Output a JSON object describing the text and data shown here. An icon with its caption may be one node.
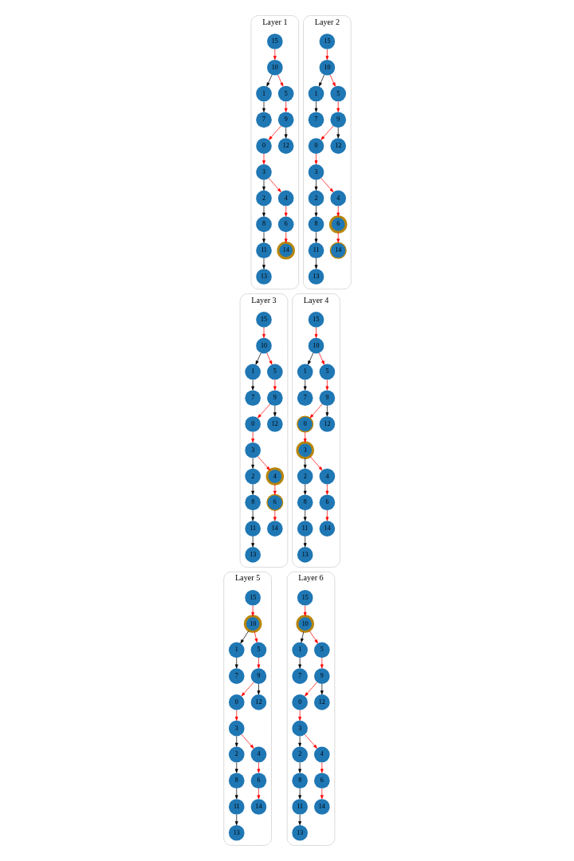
{
  "diagram": {
    "nodes": [
      {
        "text": [
          "Layer 1"
        ]
      },
      {
        "text": [
          "0"
        ],
        "in": 0
      },
      {
        "text": [
          "1"
        ],
        "in": 0
      },
      {
        "text": [
          "2"
        ],
        "in": 0
      },
      {
        "text": [
          "3"
        ],
        "in": 0
      },
      {
        "text": [
          "4"
        ],
        "in": 0
      },
      {
        "text": [
          "5"
        ],
        "in": 0
      },
      {
        "text": [
          "6"
        ],
        "in": 0
      },
      {
        "text": [
          "7"
        ],
        "in": 0
      },
      {
        "text": [
          "8"
        ],
        "in": 0
      },
      {
        "text": [
          "9"
        ],
        "in": 0
      },
      {
        "text": [
          "10"
        ],
        "in": 0
      },
      {
        "text": [
          "11"
        ],
        "in": 0
      },
      {
        "text": [
          "12"
        ],
        "in": 0
      },
      {
        "text": [
          "13"
        ],
        "in": 0
      },
      {
        "text": [
          "14"
        ],
        "in": 0
      },
      {
        "text": [
          "15"
        ],
        "in": 0
      },
      {
        "text": [
          "Layer 2"
        ]
      },
      {
        "text": [
          "0"
        ],
        "in": 17
      },
      {
        "text": [
          "1"
        ],
        "in": 17
      },
      {
        "text": [
          "2"
        ],
        "in": 17
      },
      {
        "text": [
          "3"
        ],
        "in": 17
      },
      {
        "text": [
          "4"
        ],
        "in": 17
      },
      {
        "text": [
          "5"
        ],
        "in": 17
      },
      {
        "text": [
          "6"
        ],
        "in": 17
      },
      {
        "text": [
          "7"
        ],
        "in": 17
      },
      {
        "text": [
          "8"
        ],
        "in": 17
      },
      {
        "text": [
          "9"
        ],
        "in": 17
      },
      {
        "text": [
          "10"
        ],
        "in": 17
      },
      {
        "text": [
          "11"
        ],
        "in": 17
      },
      {
        "text": [
          "12"
        ],
        "in": 17
      },
      {
        "text": [
          "13"
        ],
        "in": 17
      },
      {
        "text": [
          "14"
        ],
        "in": 17
      },
      {
        "text": [
          "15"
        ],
        "in": 17
      },
      {
        "text": [
          "Layer 3"
        ]
      },
      {
        "text": [
          "0"
        ],
        "in": 34
      },
      {
        "text": [
          "1"
        ],
        "in": 34
      },
      {
        "text": [
          "2"
        ],
        "in": 34
      },
      {
        "text": [
          "3"
        ],
        "in": 34
      },
      {
        "text": [
          "4"
        ],
        "in": 34
      },
      {
        "text": [
          "5"
        ],
        "in": 34
      },
      {
        "text": [
          "6"
        ],
        "in": 34
      },
      {
        "text": [
          "7"
        ],
        "in": 34
      },
      {
        "text": [
          "8"
        ],
        "in": 34
      },
      {
        "text": [
          "9"
        ],
        "in": 34
      },
      {
        "text": [
          "10"
        ],
        "in": 34
      },
      {
        "text": [
          "11"
        ],
        "in": 34
      },
      {
        "text": [
          "12"
        ],
        "in": 34
      },
      {
        "text": [
          "13"
        ],
        "in": 34
      },
      {
        "text": [
          "14"
        ],
        "in": 34
      },
      {
        "text": [
          "15"
        ],
        "in": 34
      },
      {
        "text": [
          "Layer 4"
        ]
      },
      {
        "text": [
          "0"
        ],
        "in": 51
      },
      {
        "text": [
          "1"
        ],
        "in": 51
      },
      {
        "text": [
          "2"
        ],
        "in": 51
      },
      {
        "text": [
          "3"
        ],
        "in": 51
      },
      {
        "text": [
          "4"
        ],
        "in": 51
      },
      {
        "text": [
          "5"
        ],
        "in": 51
      },
      {
        "text": [
          "6"
        ],
        "in": 51
      },
      {
        "text": [
          "7"
        ],
        "in": 51
      },
      {
        "text": [
          "8"
        ],
        "in": 51
      },
      {
        "text": [
          "9"
        ],
        "in": 51
      },
      {
        "text": [
          "10"
        ],
        "in": 51
      },
      {
        "text": [
          "11"
        ],
        "in": 51
      },
      {
        "text": [
          "12"
        ],
        "in": 51
      },
      {
        "text": [
          "13"
        ],
        "in": 51
      },
      {
        "text": [
          "14"
        ],
        "in": 51
      },
      {
        "text": [
          "15"
        ],
        "in": 51
      },
      {
        "text": [
          "Layer 5"
        ]
      },
      {
        "text": [
          "0"
        ],
        "in": 68
      },
      {
        "text": [
          "1"
        ],
        "in": 68
      },
      {
        "text": [
          "2"
        ],
        "in": 68
      },
      {
        "text": [
          "3"
        ],
        "in": 68
      },
      {
        "text": [
          "4"
        ],
        "in": 68
      },
      {
        "text": [
          "5"
        ],
        "in": 68
      },
      {
        "text": [
          "6"
        ],
        "in": 68
      },
      {
        "text": [
          "7"
        ],
        "in": 68
      },
      {
        "text": [
          "8"
        ],
        "in": 68
      },
      {
        "text": [
          "9"
        ],
        "in": 68
      },
      {
        "text": [
          "10"
        ],
        "in": 68
      },
      {
        "text": [
          "11"
        ],
        "in": 68
      },
      {
        "text": [
          "12"
        ],
        "in": 68
      },
      {
        "text": [
          "13"
        ],
        "in": 68
      },
      {
        "text": [
          "14"
        ],
        "in": 68
      },
      {
        "text": [
          "15"
        ],
        "in": 68
      },
      {
        "text": [
          "Layer 6"
        ]
      },
      {
        "text": [
          "0"
        ],
        "in": 85
      },
      {
        "text": [
          "1"
        ],
        "in": 85
      },
      {
        "text": [
          "2"
        ],
        "in": 85
      },
      {
        "text": [
          "3"
        ],
        "in": 85
      },
      {
        "text": [
          "4"
        ],
        "in": 85
      },
      {
        "text": [
          "5"
        ],
        "in": 85
      },
      {
        "text": [
          "6"
        ],
        "in": 85
      },
      {
        "text": [
          "7"
        ],
        "in": 85
      },
      {
        "text": [
          "8"
        ],
        "in": 85
      },
      {
        "text": [
          "9"
        ],
        "in": 85
      },
      {
        "text": [
          "10"
        ],
        "in": 85
      },
      {
        "text": [
          "11"
        ],
        "in": 85
      },
      {
        "text": [
          "12"
        ],
        "in": 85
      },
      {
        "text": [
          "13"
        ],
        "in": 85
      },
      {
        "text": [
          "14"
        ],
        "in": 85
      },
      {
        "text": [
          "15"
        ],
        "in": 85
      }
    ],
    "edges": [
      {
        "from": 16,
        "to": 11,
        "arrow": "to"
      },
      {
        "from": 11,
        "to": 6,
        "arrow": "to"
      },
      {
        "from": 6,
        "to": 10,
        "arrow": "to"
      },
      {
        "from": 10,
        "to": 13,
        "arrow": "to",
        "color": "#000000"
      },
      {
        "from": 10,
        "to": 1,
        "arrow": "to"
      },
      {
        "from": 1,
        "to": 4,
        "arrow": "to"
      },
      {
        "from": 4,
        "to": 5,
        "arrow": "to"
      },
      {
        "from": 5,
        "to": 7,
        "arrow": "to"
      },
      {
        "from": 7,
        "to": 15,
        "arrow": "to"
      },
      {
        "from": 11,
        "to": 2,
        "arrow": "to",
        "color": "#000000"
      },
      {
        "from": 2,
        "to": 8,
        "arrow": "to",
        "color": "#000000"
      },
      {
        "from": 4,
        "to": 3,
        "arrow": "to",
        "color": "#000000"
      },
      {
        "from": 3,
        "to": 9,
        "arrow": "to",
        "color": "#000000"
      },
      {
        "from": 9,
        "to": 12,
        "arrow": "to",
        "color": "#000000"
      },
      {
        "from": 12,
        "to": 14,
        "arrow": "to",
        "color": "#000000"
      },
      {
        "from": 33,
        "to": 28,
        "arrow": "to"
      },
      {
        "from": 28,
        "to": 23,
        "arrow": "to"
      },
      {
        "from": 23,
        "to": 27,
        "arrow": "to"
      },
      {
        "from": 27,
        "to": 30,
        "arrow": "to",
        "color": "#000000"
      },
      {
        "from": 27,
        "to": 18,
        "arrow": "to"
      },
      {
        "from": 18,
        "to": 21,
        "arrow": "to"
      },
      {
        "from": 21,
        "to": 22,
        "arrow": "to"
      },
      {
        "from": 22,
        "to": 24,
        "arrow": "to"
      },
      {
        "from": 24,
        "to": 32,
        "arrow": "to"
      },
      {
        "from": 28,
        "to": 19,
        "arrow": "to",
        "color": "#000000"
      },
      {
        "from": 19,
        "to": 25,
        "arrow": "to",
        "color": "#000000"
      },
      {
        "from": 21,
        "to": 20,
        "arrow": "to",
        "color": "#000000"
      },
      {
        "from": 20,
        "to": 26,
        "arrow": "to",
        "color": "#000000"
      },
      {
        "from": 26,
        "to": 29,
        "arrow": "to",
        "color": "#000000"
      },
      {
        "from": 29,
        "to": 31,
        "arrow": "to",
        "color": "#000000"
      },
      {
        "from": 50,
        "to": 45,
        "arrow": "to"
      },
      {
        "from": 45,
        "to": 40,
        "arrow": "to"
      },
      {
        "from": 40,
        "to": 44,
        "arrow": "to"
      },
      {
        "from": 44,
        "to": 47,
        "arrow": "to",
        "color": "#000000"
      },
      {
        "from": 44,
        "to": 35,
        "arrow": "to"
      },
      {
        "from": 35,
        "to": 38,
        "arrow": "to"
      },
      {
        "from": 38,
        "to": 39,
        "arrow": "to"
      },
      {
        "from": 39,
        "to": 41,
        "arrow": "to"
      },
      {
        "from": 41,
        "to": 49,
        "arrow": "to"
      },
      {
        "from": 45,
        "to": 36,
        "arrow": "to",
        "color": "#000000"
      },
      {
        "from": 36,
        "to": 42,
        "arrow": "to",
        "color": "#000000"
      },
      {
        "from": 38,
        "to": 37,
        "arrow": "to",
        "color": "#000000"
      },
      {
        "from": 37,
        "to": 43,
        "arrow": "to",
        "color": "#000000"
      },
      {
        "from": 43,
        "to": 46,
        "arrow": "to",
        "color": "#000000"
      },
      {
        "from": 46,
        "to": 48,
        "arrow": "to",
        "color": "#000000"
      },
      {
        "from": 67,
        "to": 62,
        "arrow": "to"
      },
      {
        "from": 62,
        "to": 57,
        "arrow": "to"
      },
      {
        "from": 57,
        "to": 61,
        "arrow": "to"
      },
      {
        "from": 61,
        "to": 64,
        "arrow": "to",
        "color": "#000000"
      },
      {
        "from": 61,
        "to": 52,
        "arrow": "to"
      },
      {
        "from": 52,
        "to": 55,
        "arrow": "to"
      },
      {
        "from": 55,
        "to": 56,
        "arrow": "to"
      },
      {
        "from": 56,
        "to": 58,
        "arrow": "to"
      },
      {
        "from": 58,
        "to": 66,
        "arrow": "to"
      },
      {
        "from": 62,
        "to": 53,
        "arrow": "to",
        "color": "#000000"
      },
      {
        "from": 53,
        "to": 59,
        "arrow": "to",
        "color": "#000000"
      },
      {
        "from": 55,
        "to": 54,
        "arrow": "to",
        "color": "#000000"
      },
      {
        "from": 54,
        "to": 60,
        "arrow": "to",
        "color": "#000000"
      },
      {
        "from": 60,
        "to": 63,
        "arrow": "to",
        "color": "#000000"
      },
      {
        "from": 63,
        "to": 65,
        "arrow": "to",
        "color": "#000000"
      },
      {
        "from": 84,
        "to": 79,
        "arrow": "to"
      },
      {
        "from": 79,
        "to": 74,
        "arrow": "to"
      },
      {
        "from": 74,
        "to": 78,
        "arrow": "to"
      },
      {
        "from": 78,
        "to": 81,
        "arrow": "to",
        "color": "#000000"
      },
      {
        "from": 78,
        "to": 69,
        "arrow": "to"
      },
      {
        "from": 69,
        "to": 72,
        "arrow": "to"
      },
      {
        "from": 72,
        "to": 73,
        "arrow": "to"
      },
      {
        "from": 73,
        "to": 75,
        "arrow": "to"
      },
      {
        "from": 75,
        "to": 83,
        "arrow": "to"
      },
      {
        "from": 79,
        "to": 70,
        "arrow": "to",
        "color": "#000000"
      },
      {
        "from": 70,
        "to": 76,
        "arrow": "to",
        "color": "#000000"
      },
      {
        "from": 72,
        "to": 71,
        "arrow": "to",
        "color": "#000000"
      },
      {
        "from": 71,
        "to": 77,
        "arrow": "to",
        "color": "#000000"
      },
      {
        "from": 77,
        "to": 80,
        "arrow": "to",
        "color": "#000000"
      },
      {
        "from": 80,
        "to": 82,
        "arrow": "to",
        "color": "#000000"
      },
      {
        "from": 101,
        "to": 96,
        "arrow": "to"
      },
      {
        "from": 96,
        "to": 91,
        "arrow": "to"
      },
      {
        "from": 91,
        "to": 95,
        "arrow": "to"
      },
      {
        "from": 95,
        "to": 98,
        "arrow": "to",
        "color": "#000000"
      },
      {
        "from": 95,
        "to": 86,
        "arrow": "to"
      },
      {
        "from": 86,
        "to": 89,
        "arrow": "to"
      },
      {
        "from": 89,
        "to": 90,
        "arrow": "to"
      },
      {
        "from": 90,
        "to": 92,
        "arrow": "to"
      },
      {
        "from": 92,
        "to": 100,
        "arrow": "to"
      },
      {
        "from": 96,
        "to": 87,
        "arrow": "to",
        "color": "#000000"
      },
      {
        "from": 87,
        "to": 93,
        "arrow": "to",
        "color": "#000000"
      },
      {
        "from": 89,
        "to": 88,
        "arrow": "to",
        "color": "#000000"
      },
      {
        "from": 88,
        "to": 94,
        "arrow": "to",
        "color": "#000000"
      },
      {
        "from": 94,
        "to": 97,
        "arrow": "to",
        "color": "#000000"
      },
      {
        "from": 97,
        "to": 99,
        "arrow": "to",
        "color": "#000000"
      }
    ]
  }
}
